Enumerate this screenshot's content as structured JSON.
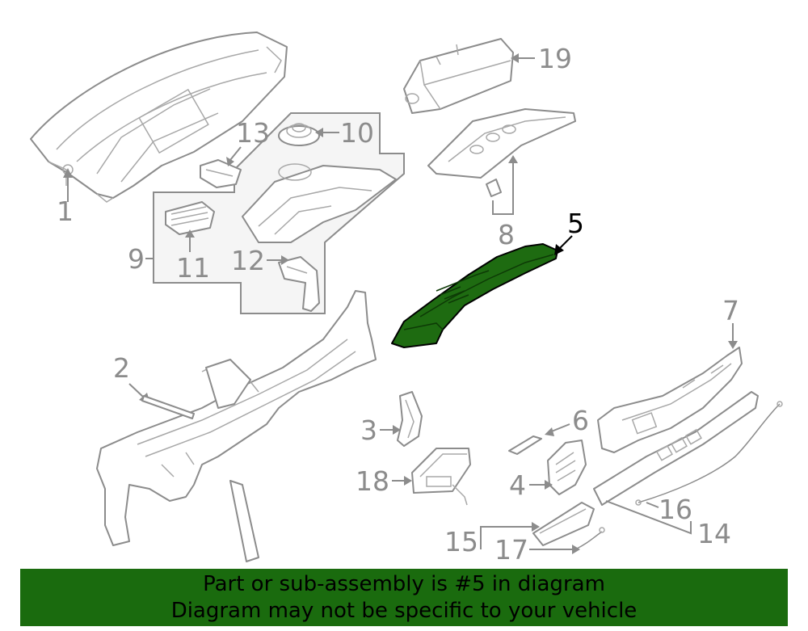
{
  "diagram": {
    "highlighted_part": "5",
    "callouts": [
      "1",
      "2",
      "3",
      "4",
      "5",
      "6",
      "7",
      "8",
      "9",
      "10",
      "11",
      "12",
      "13",
      "14",
      "15",
      "16",
      "17",
      "18",
      "19"
    ]
  },
  "banner": {
    "line1": "Part or sub-assembly is #5 in diagram",
    "line2": "Diagram may not be specific to your vehicle",
    "color": "#1a6b0e"
  },
  "colors": {
    "outline": "#8c8c8c",
    "highlight": "#1e6b11"
  }
}
